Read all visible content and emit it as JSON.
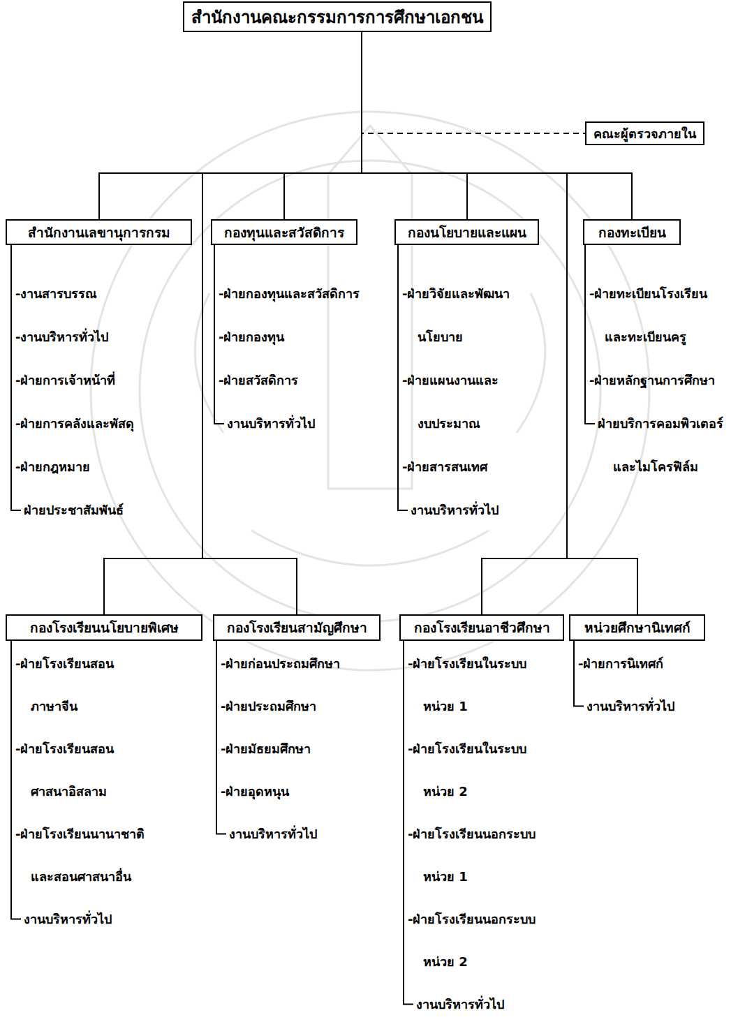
{
  "diagram": {
    "nodes": [
      {
        "text": [
          "สำนักงานคณะกรรมการการศึกษาเอกชน"
        ]
      },
      {
        "text": [
          "คณะผู้ตรวจภายใน"
        ]
      },
      {
        "text": [
          "สำนักงานเลขานุการกรม"
        ]
      },
      {
        "text": [
          "กองทุนและสวัสดิการ"
        ]
      },
      {
        "text": [
          "กองนโยบายและแผน"
        ]
      },
      {
        "text": [
          "กองทะเบียน"
        ]
      },
      {
        "text": [
          "กองโรงเรียนนโยบายพิเศษ"
        ]
      },
      {
        "text": [
          "กองโรงเรียนสามัญศึกษา"
        ]
      },
      {
        "text": [
          "กองโรงเรียนอาชีวศึกษา"
        ]
      },
      {
        "text": [
          "หน่วยศึกษานิเทศก์"
        ]
      }
    ],
    "edges": [
      {
        "from": 0,
        "to": 1,
        "arrow": "none"
      },
      {
        "from": 0,
        "to": 2,
        "arrow": "none"
      },
      {
        "from": 0,
        "to": 3,
        "arrow": "none"
      },
      {
        "from": 0,
        "to": 4,
        "arrow": "none"
      },
      {
        "from": 0,
        "to": 5,
        "arrow": "none"
      },
      {
        "from": 0,
        "to": 6,
        "arrow": "none"
      },
      {
        "from": 0,
        "to": 7,
        "arrow": "none"
      },
      {
        "from": 0,
        "to": 8,
        "arrow": "none"
      },
      {
        "from": 0,
        "to": 9,
        "arrow": "none"
      }
    ],
    "labels": [
      "-งานสารบรรณ",
      "-งานบริหารทั่วไป",
      "-ฝ่ายการเจ้าหน้าที่",
      "-ฝ่ายการคลังและพัสดุ",
      "-ฝ่ายกฎหมาย",
      "ฝ่ายประชาสัมพันธ์",
      "-ฝ่ายกองทุนและสวัสดิการ",
      "-ฝ่ายกองทุน",
      "-ฝ่ายสวัสดิการ",
      "งานบริหารทั่วไป",
      "-ฝ่ายวิจัยและพัฒนา นโยบาย",
      "-ฝ่ายแผนงานและ งบประมาณ",
      "-ฝ่ายสารสนเทศ",
      "งานบริหารทั่วไป",
      "-ฝ่ายทะเบียนโรงเรียน และทะเบียนครู",
      "-ฝ่ายหลักฐานการศึกษา",
      "ฝ่ายบริการคอมพิวเตอร์ และไมโครฟิล์ม",
      "-ฝ่ายโรงเรียนสอน ภาษาจีน",
      "-ฝ่ายโรงเรียนสอน ศาสนาอิสลาม",
      "-ฝ่ายโรงเรียนนานาชาติ และสอนศาสนาอื่น",
      "งานบริหารทั่วไป",
      "-ฝ่ายก่อนประถมศึกษา",
      "-ฝ่ายประถมศึกษา",
      "-ฝ่ายมัธยมศึกษา",
      "-ฝ่ายอุดหนุน",
      "งานบริหารทั่วไป",
      "-ฝ่ายโรงเรียนในระบบ หน่วย 1",
      "-ฝ่ายโรงเรียนในระบบ หน่วย 2",
      "-ฝ่ายโรงเรียนนอกระบบ หน่วย 1",
      "-ฝ่ายโรงเรียนนอกระบบ หน่วย 2",
      "งานบริหารทั่วไป",
      "-ฝ่ายการนิเทศก์",
      "งานบริหารทั่วไป"
    ]
  }
}
